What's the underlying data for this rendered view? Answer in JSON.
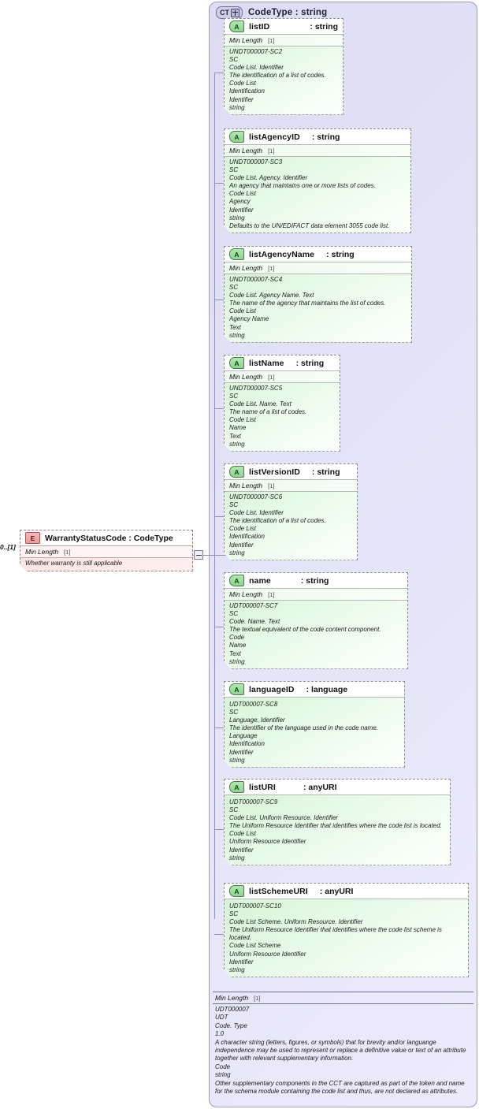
{
  "complex_type": {
    "icon": "complex-type-icon",
    "icon_label": "CT",
    "title": "CodeType : string"
  },
  "element": {
    "icon_label": "E",
    "title": "WarrantyStatusCode : CodeType",
    "facet_label": "Min Length",
    "facet_occurrence": "[1]",
    "documentation": "Whether warranty is still applicable",
    "occurrence": "0..[1]"
  },
  "attributes": [
    {
      "icon_label": "A",
      "name": "listID",
      "type": ": string",
      "facet_label": "Min Length",
      "facet_occurrence": "[1]",
      "documentation": "UNDT000007-SC2\nSC\nCode List. Identifier\nThe identification of a list of codes.\nCode List\nIdentification\nIdentifier\nstring"
    },
    {
      "icon_label": "A",
      "name": "listAgencyID",
      "type": ": string",
      "facet_label": "Min Length",
      "facet_occurrence": "[1]",
      "documentation": "UNDT000007-SC3\nSC\nCode List. Agency. Identifier\nAn agency that maintains one or more lists of codes.\nCode List\nAgency\nIdentifier\nstring\nDefaults to the UN/EDIFACT data element 3055 code list."
    },
    {
      "icon_label": "A",
      "name": "listAgencyName",
      "type": ": string",
      "facet_label": "Min Length",
      "facet_occurrence": "[1]",
      "documentation": "UNDT000007-SC4\nSC\nCode List. Agency Name. Text\nThe name of the agency that maintains the list of codes.\nCode List\nAgency Name\nText\nstring"
    },
    {
      "icon_label": "A",
      "name": "listName",
      "type": ": string",
      "facet_label": "Min Length",
      "facet_occurrence": "[1]",
      "documentation": "UNDT000007-SC5\nSC\nCode List. Name. Text\nThe name of a list of codes.\nCode List\nName\nText\nstring"
    },
    {
      "icon_label": "A",
      "name": "listVersionID",
      "type": ": string",
      "facet_label": "Min Length",
      "facet_occurrence": "[1]",
      "documentation": "UNDT000007-SC6\nSC\nCode List. Identifier\nThe identification of a list of codes.\nCode List\nIdentification\nIdentifier\nstring"
    },
    {
      "icon_label": "A",
      "name": "name",
      "type": ": string",
      "facet_label": "Min Length",
      "facet_occurrence": "[1]",
      "documentation": "UDT000007-SC7\nSC\nCode. Name. Text\nThe textual equivalent of the code content component.\nCode\nName\nText\nstring"
    },
    {
      "icon_label": "A",
      "name": "languageID",
      "type": ": language",
      "facet_label": null,
      "facet_occurrence": null,
      "documentation": "UDT000007-SC8\nSC\nLanguage. Identifier\nThe identifier of the language used in the code name.\nLanguage\nIdentification\nIdentifier\nstring"
    },
    {
      "icon_label": "A",
      "name": "listURI",
      "type": ": anyURI",
      "facet_label": null,
      "facet_occurrence": null,
      "documentation": "UDT000007-SC9\nSC\nCode List. Uniform Resource. Identifier\nThe Uniform Resource Identifier that identifies where the code list is located.\nCode List\nUniform Resource Identifier\nIdentifier\nstring"
    },
    {
      "icon_label": "A",
      "name": "listSchemeURI",
      "type": ": anyURI",
      "facet_label": null,
      "facet_occurrence": null,
      "documentation": "UDT000007-SC10\nSC\nCode List Scheme. Uniform Resource. Identifier\nThe Uniform Resource Identifier that identifies where the code list scheme is located.\nCode List Scheme\nUniform Resource Identifier\nIdentifier\nstring"
    }
  ],
  "type_documentation": {
    "facet_label": "Min Length",
    "facet_occurrence": "[1]",
    "text": "UDT000007\nUDT\nCode. Type\n1.0\nA character string (letters, figures, or symbols) that for brevity and/or languange independence may be used to represent or replace a definitive value or text of an attribute together with relevant supplementary information.\nCode\nstring\nOther supplementary components in the CCT are captured as part of the token and name for the schema module containing the code list and thus, are not declared as attributes."
  },
  "colors": {
    "container_bg": "#e2e1f6",
    "container_border": "#9a9ac4",
    "attribute_bg": "#d8f5d8",
    "element_bg": "#fbdede",
    "connector": "#8f8fb5"
  }
}
